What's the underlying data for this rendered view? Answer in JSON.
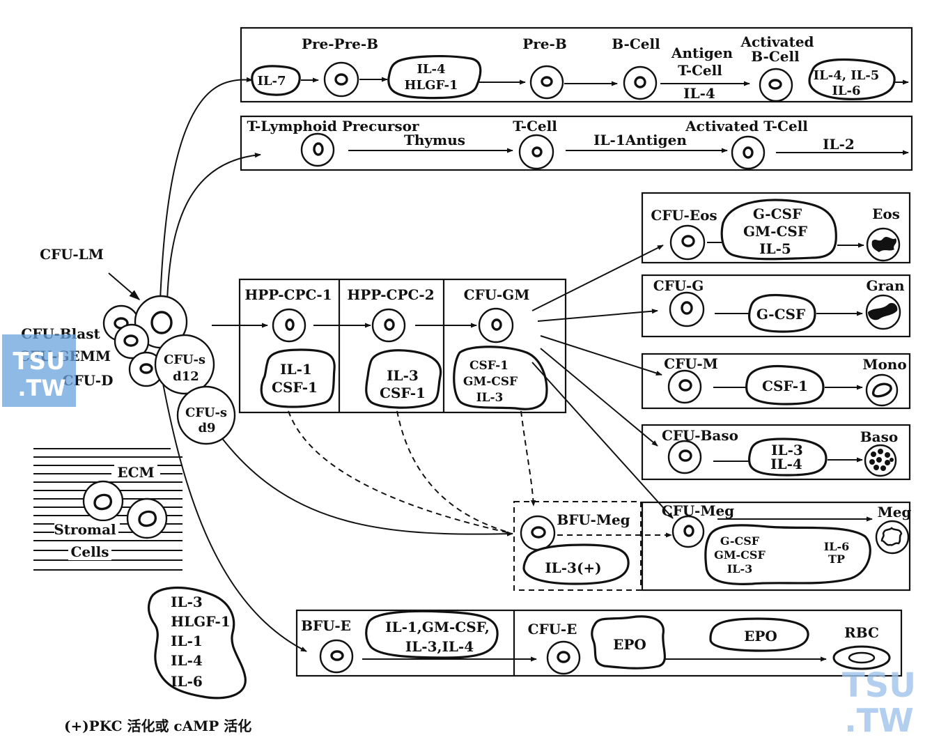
{
  "b_lineage": {
    "pre_pre_b": "Pre-Pre-B",
    "il7": "IL-7",
    "il4_hlgf1": [
      "IL-4",
      "HLGF-1"
    ],
    "pre_b": "Pre-B",
    "b_cell": "B-Cell",
    "antigen_tcell": [
      "Antigen",
      "T-Cell"
    ],
    "il4": "IL-4",
    "activated": [
      "Activated",
      "B-Cell"
    ],
    "il456": [
      "IL-4, IL-5",
      "IL-6"
    ]
  },
  "t_lineage": {
    "precursor": "T-Lymphoid Precursor",
    "thymus": "Thymus",
    "t_cell": "T-Cell",
    "il1_antigen": "IL-1Antigen",
    "activated": "Activated T-Cell",
    "il2": "IL-2"
  },
  "stem": {
    "cfu_lm": "CFU-LM",
    "cfu_blast": "CFU-Blast",
    "cfu_gemm": "CFU-GEMM",
    "cfu_d": "CFU-D",
    "cfu_s_d12": [
      "CFU-s",
      "d12"
    ],
    "cfu_s_d9": [
      "CFU-s",
      "d9"
    ]
  },
  "progenitors": {
    "hpp1": "HPP-CPC-1",
    "hpp1_factors": [
      "IL-1",
      "CSF-1"
    ],
    "hpp2": "HPP-CPC-2",
    "hpp2_factors": [
      "IL-3",
      "CSF-1"
    ],
    "cfu_gm": "CFU-GM",
    "cfu_gm_factors": [
      "CSF-1",
      "GM-CSF",
      "IL-3"
    ]
  },
  "myeloid": {
    "eos_progenitor": "CFU-Eos",
    "eos_factors": [
      "G-CSF",
      "GM-CSF",
      "IL-5"
    ],
    "eos": "Eos",
    "g_progenitor": "CFU-G",
    "g_factor": "G-CSF",
    "gran": "Gran",
    "m_progenitor": "CFU-M",
    "m_factor": "CSF-1",
    "mono": "Mono",
    "baso_progenitor": "CFU-Baso",
    "baso_factors": [
      "IL-3",
      "IL-4"
    ],
    "baso": "Baso"
  },
  "meg": {
    "bfu_meg": "BFU-Meg",
    "bfu_factor": "IL-3(+)",
    "cfu_meg": "CFU-Meg",
    "factors_left": [
      "G-CSF",
      "GM-CSF",
      "IL-3"
    ],
    "factors_right": [
      "IL-6",
      "TP"
    ],
    "meg": "Meg"
  },
  "stroma": {
    "ecm": "ECM",
    "stromal": "Stromal",
    "cells": "Cells",
    "factors": [
      "IL-3",
      "HLGF-1",
      "IL-1",
      "IL-4",
      "IL-6"
    ]
  },
  "erythroid": {
    "bfu_e": "BFU-E",
    "bfu_factors": [
      "IL-1,GM-CSF,",
      "IL-3,IL-4"
    ],
    "cfu_e": "CFU-E",
    "epo1": "EPO",
    "epo2": "EPO",
    "rbc": "RBC"
  },
  "footnote": "(+)PKC 活化或 cAMP 活化",
  "watermark": {
    "top": "TSU",
    "bottom": ".TW"
  }
}
